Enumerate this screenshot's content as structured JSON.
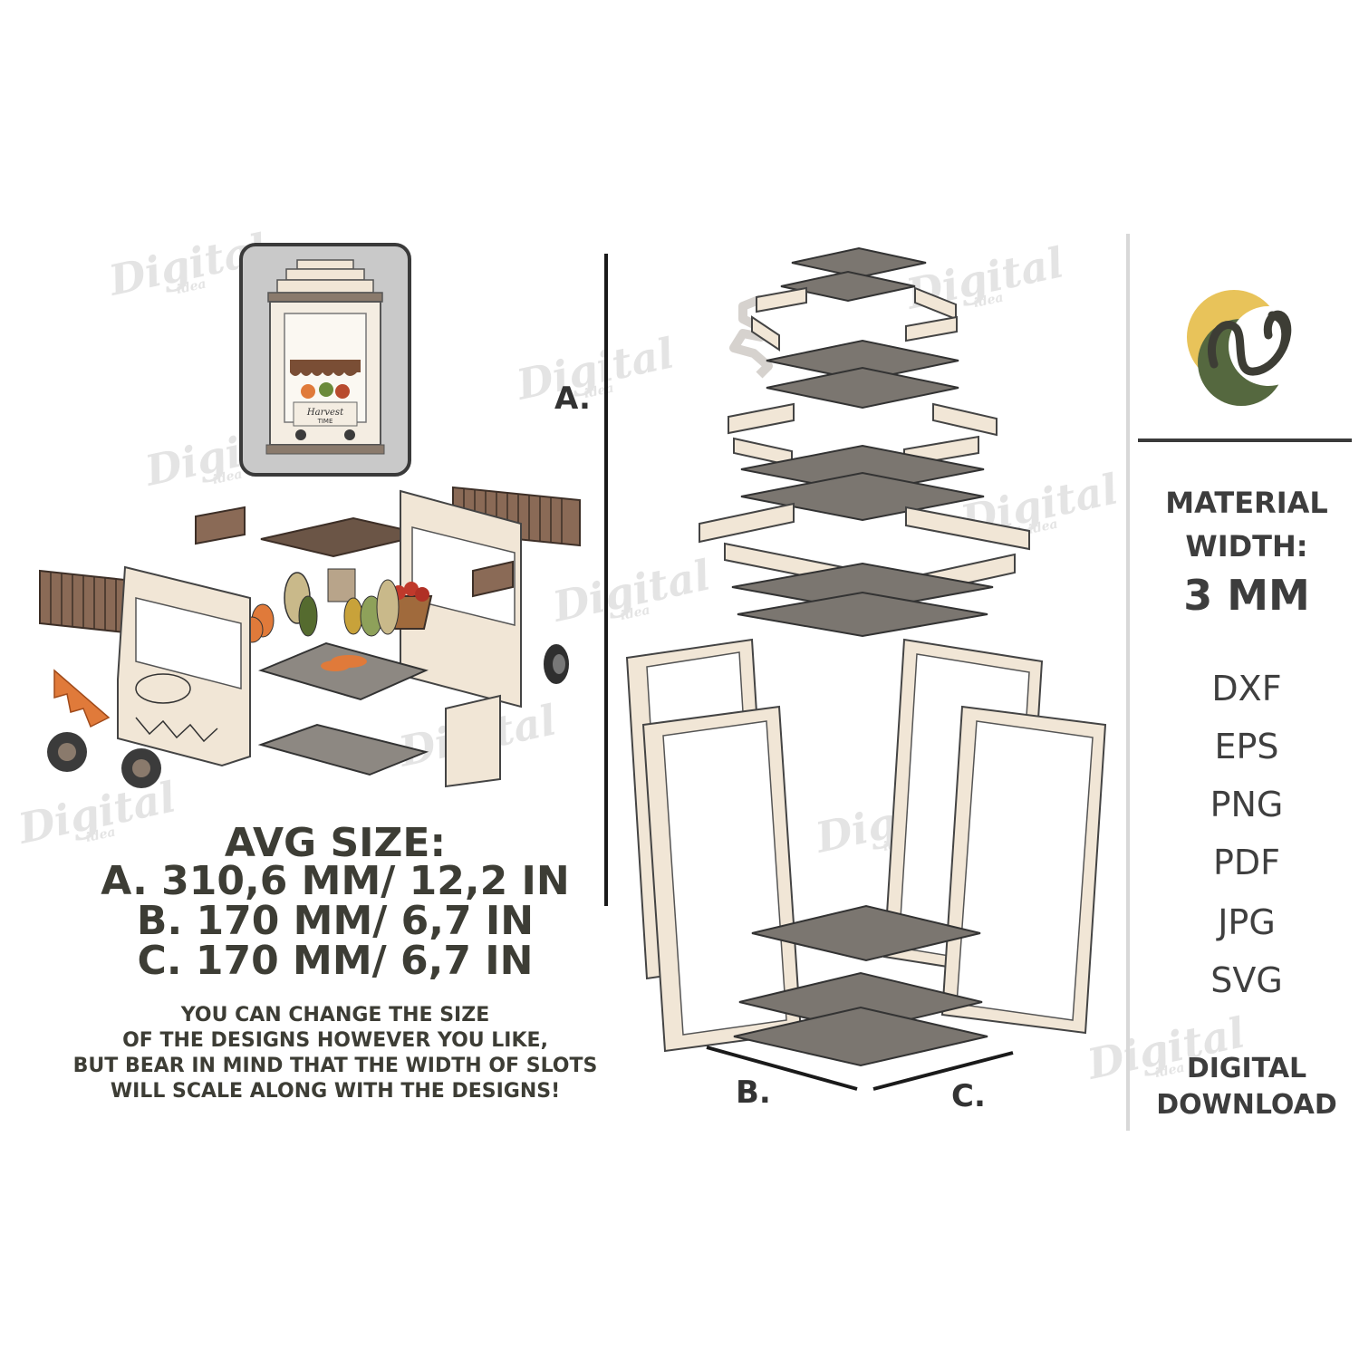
{
  "labels": {
    "a": "A.",
    "b": "B.",
    "c": "C."
  },
  "avg_size": {
    "heading": "AVG SIZE:",
    "lines": [
      "A. 310,6 MM/ 12,2 IN",
      "B. 170 MM/ 6,7 IN",
      "C. 170 MM/ 6,7 IN"
    ]
  },
  "note": {
    "lines": [
      "YOU CAN CHANGE THE SIZE",
      "OF THE DESIGNS HOWEVER YOU LIKE,",
      "BUT BEAR IN MIND THAT THE WIDTH OF SLOTS",
      "WILL SCALE ALONG WITH THE DESIGNS!"
    ]
  },
  "preview_sign": {
    "line1": "Harvest",
    "line2": "TIME"
  },
  "sidebar": {
    "material_line1": "MATERIAL",
    "material_line2": "WIDTH:",
    "material_value": "3 MM",
    "formats": [
      "DXF",
      "EPS",
      "PNG",
      "PDF",
      "JPG",
      "SVG"
    ],
    "download_line1": "DIGITAL",
    "download_line2": "DOWNLOAD"
  },
  "watermark": {
    "word": "Digital",
    "sub": "idea"
  },
  "colors": {
    "wood_light": "#f1e6d6",
    "wood_dark": "#6b5546",
    "shelf_gray": "#7b7670",
    "text_dark": "#3d3d35",
    "accent_orange": "#e07a3a",
    "logo_green": "#55683f",
    "logo_yellow": "#e8c35a"
  }
}
